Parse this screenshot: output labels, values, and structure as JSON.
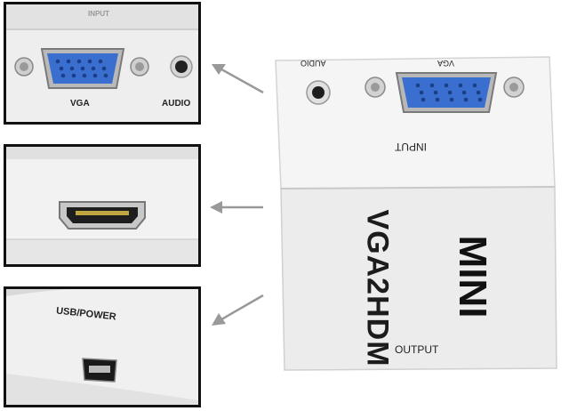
{
  "panels": {
    "vga_panel": {
      "header": "INPUT",
      "vga": "VGA",
      "audio": "AUDIO"
    },
    "hdmi_panel": {},
    "usb_panel": {
      "label": "USB/POWER"
    }
  },
  "device": {
    "audio": "AUDIO",
    "vga": "VGA",
    "input": "INPUT",
    "model": "VGA2HDM",
    "brand": "MINI",
    "output": "OUTPUT"
  },
  "colors": {
    "vga_port": "#3a6fd0",
    "device_body": "#f4f4f4",
    "frame": "#111111"
  },
  "icons": [
    "vga-port-icon",
    "audio-jack-icon",
    "hdmi-port-icon",
    "mini-usb-port-icon",
    "arrow-left-icon"
  ]
}
